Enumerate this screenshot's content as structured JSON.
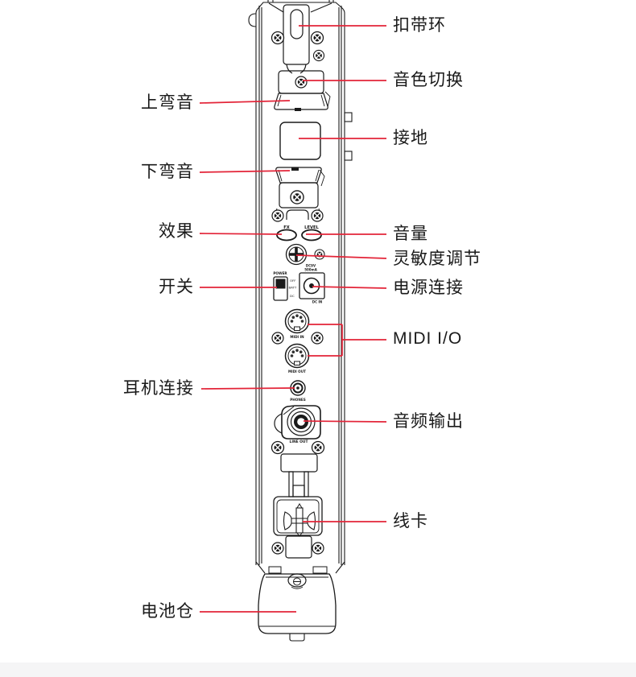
{
  "page": {
    "background": "#ffffff",
    "footer_band_color": "#f5f5f6"
  },
  "diagram": {
    "accent_color": "#e32438",
    "line_color": "#1a1a1a",
    "labels_left": [
      {
        "id": "bend-up",
        "text": "上弯音"
      },
      {
        "id": "bend-down",
        "text": "下弯音"
      },
      {
        "id": "effect",
        "text": "效果"
      },
      {
        "id": "power-switch",
        "text": "开关"
      },
      {
        "id": "headphone",
        "text": "耳机连接"
      },
      {
        "id": "battery",
        "text": "电池仓"
      }
    ],
    "labels_right": [
      {
        "id": "strap-ring",
        "text": "扣带环"
      },
      {
        "id": "tone-switch",
        "text": "音色切换"
      },
      {
        "id": "ground",
        "text": "接地"
      },
      {
        "id": "volume",
        "text": "音量"
      },
      {
        "id": "sensitivity",
        "text": "灵敏度调节"
      },
      {
        "id": "power-connect",
        "text": "电源连接"
      },
      {
        "id": "midi-io",
        "text": "MIDI I/O"
      },
      {
        "id": "audio-out",
        "text": "音频输出"
      },
      {
        "id": "cable-clip",
        "text": "线卡"
      }
    ],
    "panel_markings": {
      "fx": "FX",
      "level": "LEVEL",
      "power": "POWER",
      "off": "OFF",
      "batt": "BATT",
      "dc": "DC",
      "dc9v": "DC9V",
      "ma500": "500mA",
      "dc_in": "DC IN",
      "midi_in": "MIDI IN",
      "midi_out": "MIDI OUT",
      "phones": "PHONES",
      "line_out": "LINE OUT"
    }
  }
}
